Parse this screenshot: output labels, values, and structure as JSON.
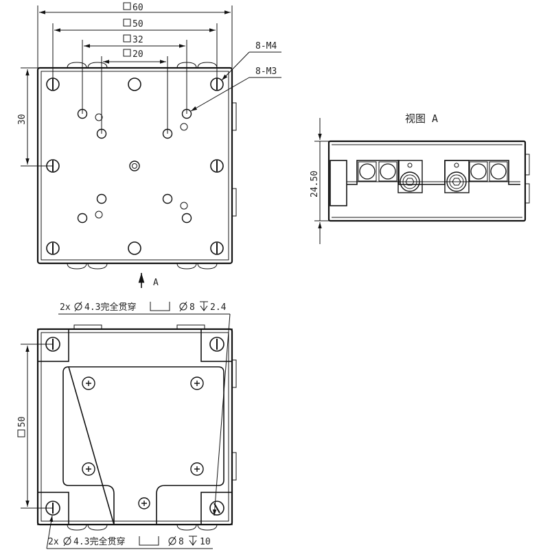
{
  "top_view": {
    "dim_60": "60",
    "dim_50": "50",
    "dim_32": "32",
    "dim_20": "20",
    "dim_30": "30",
    "callout_m4": "8-M4",
    "callout_m3": "8-M3",
    "view_arrow_label": "A"
  },
  "side_view": {
    "title": "视图 A",
    "dim_height": "24.50"
  },
  "bottom_view": {
    "callout_top_prefix": "2x",
    "callout_top_dia": "4.3完全贯穿",
    "callout_top_cbore": "8",
    "callout_top_depth": "2.4",
    "dim_50": "50",
    "callout_bottom_prefix": "2x",
    "callout_bottom_dia": "4.3完全贯穿",
    "callout_bottom_cbore": "8",
    "callout_bottom_depth": "10"
  }
}
